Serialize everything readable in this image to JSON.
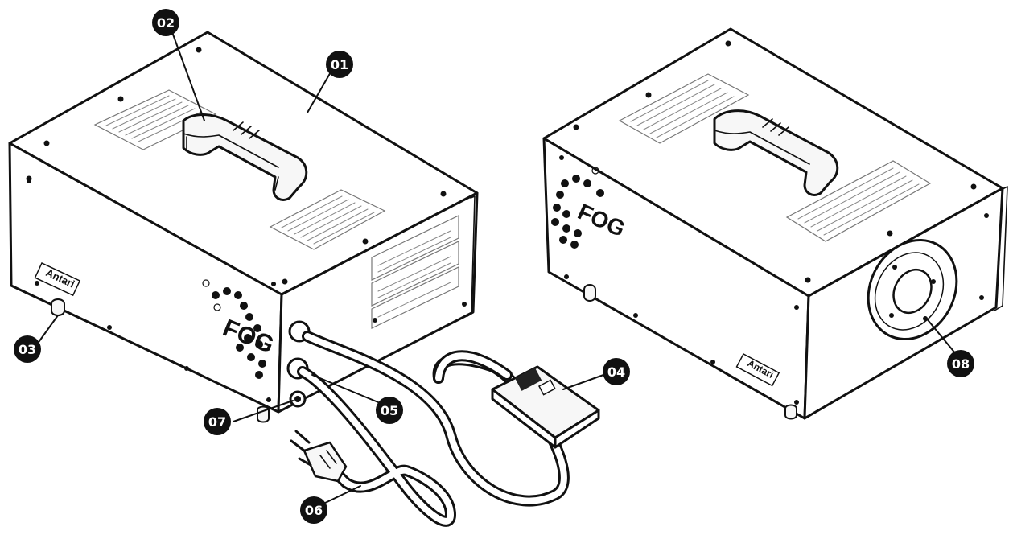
{
  "callouts": [
    {
      "id": "01",
      "label": "01"
    },
    {
      "id": "02",
      "label": "02"
    },
    {
      "id": "03",
      "label": "03"
    },
    {
      "id": "04",
      "label": "04"
    },
    {
      "id": "05",
      "label": "05"
    },
    {
      "id": "06",
      "label": "06"
    },
    {
      "id": "07",
      "label": "07"
    },
    {
      "id": "08",
      "label": "08"
    }
  ],
  "branding": {
    "logo_text": "FOG",
    "brand_text": "Antari"
  },
  "colors": {
    "line": "#111111",
    "badge": "#111111",
    "background": "#ffffff"
  }
}
